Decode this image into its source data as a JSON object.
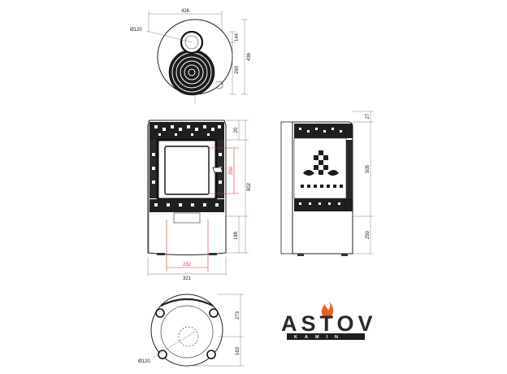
{
  "top_view": {
    "width_label": "426",
    "depth_label": "436",
    "flue_diameter_label": "Ø120",
    "flue_offset_label": "144",
    "flue_center_label": "290"
  },
  "front_view": {
    "height_label": "802",
    "top_offset_label": "20",
    "glass_height_label": "250",
    "base_height_label": "188",
    "inner_width_label": "232",
    "outer_width_label": "321"
  },
  "side_view": {
    "top_offset_label": "27",
    "body_height_label": "505",
    "base_height_label": "250"
  },
  "bottom_view": {
    "flue_diameter_label": "Ø120",
    "offset_a_label": "273",
    "offset_b_label": "163"
  },
  "logo": {
    "brand": "ASTOV",
    "sub": "KAMIN",
    "flame_color": "#e8601a"
  }
}
